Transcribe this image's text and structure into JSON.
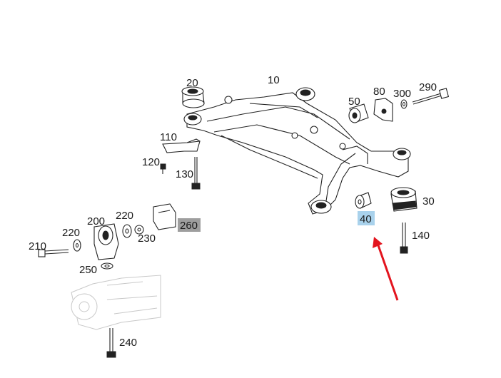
{
  "labels": {
    "p10": "10",
    "p20": "20",
    "p30": "30",
    "p40": "40",
    "p50": "50",
    "p80": "80",
    "p110": "110",
    "p120": "120",
    "p130": "130",
    "p140": "140",
    "p200": "200",
    "p210": "210",
    "p220a": "220",
    "p220b": "220",
    "p230": "230",
    "p240": "240",
    "p250": "250",
    "p260": "260",
    "p290": "290",
    "p300": "300"
  },
  "highlights": {
    "p40": "#a9d2ec",
    "p260": "#9e9e9e"
  },
  "arrow_color": "#e3141e",
  "icons": {
    "arrow": "red-pointer-arrow"
  }
}
